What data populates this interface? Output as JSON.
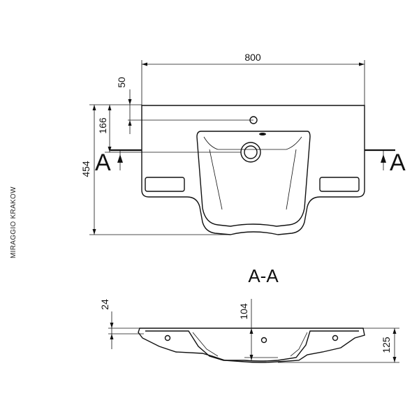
{
  "brand": {
    "text": "MIRAGGIO KRAKOW"
  },
  "dimensions": {
    "width": "800",
    "tap_hole_offset": "50",
    "tap_to_drain": "166",
    "depth": "454",
    "rim_thickness": "24",
    "basin_depth": "104",
    "total_height": "125"
  },
  "section": {
    "marker_left": "A",
    "marker_right": "A",
    "title": "A-A"
  }
}
